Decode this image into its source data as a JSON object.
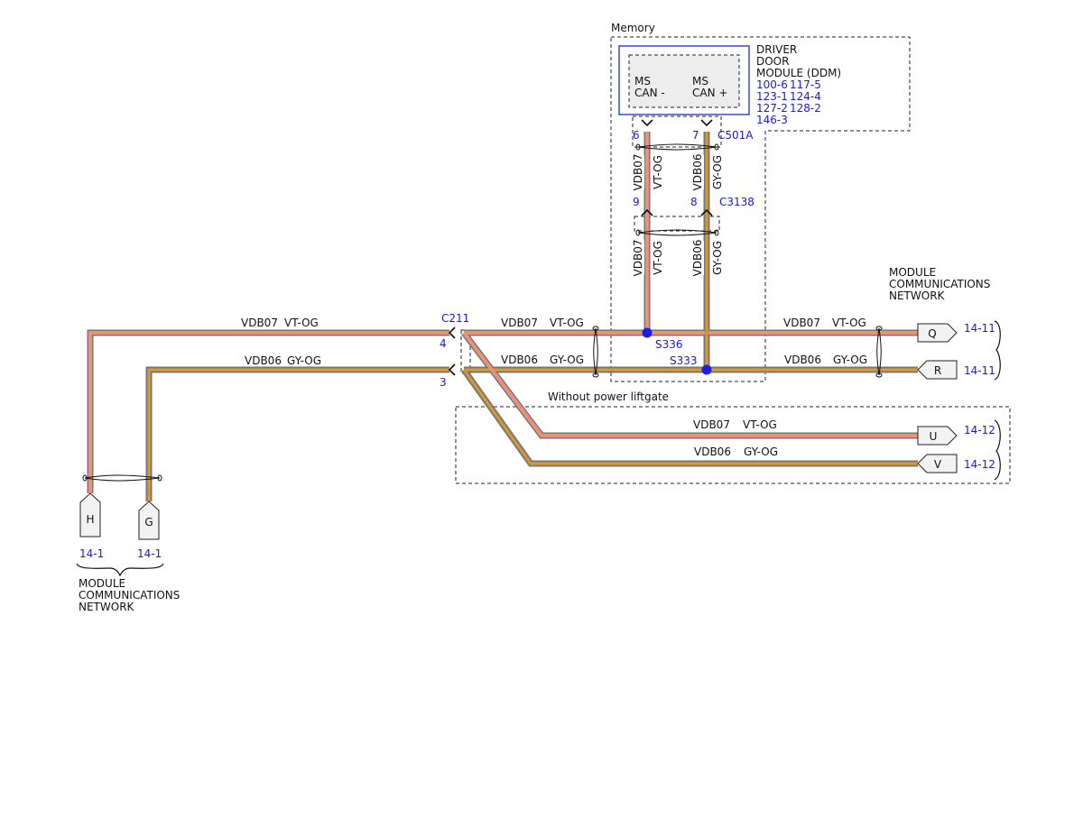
{
  "colors": {
    "vt_og": "#e889b4",
    "gy_og": "#a88a55",
    "stripe_orange": "#f0a020",
    "wire_outline": "#777777",
    "pin_blue": "#1a1ad6",
    "splice_blue": "#1d1de6",
    "module_border": "#2a3bd6"
  },
  "labels": {
    "memory": "Memory",
    "without_power_liftgate": "Without power liftgate",
    "module_name_line1": "DRIVER",
    "module_name_line2": "DOOR",
    "module_name_line3": "MODULE (DDM)",
    "module_refs": [
      "100-6",
      "117-5",
      "123-1",
      "124-4",
      "127-2",
      "128-2",
      "146-3"
    ],
    "ms_can_minus_line1": "MS",
    "ms_can_minus_line2": "CAN -",
    "ms_can_plus_line1": "MS",
    "ms_can_plus_line2": "CAN +",
    "net_right_line1": "MODULE",
    "net_right_line2": "COMMUNICATIONS",
    "net_right_line3": "NETWORK",
    "net_left_line1": "MODULE",
    "net_left_line2": "COMMUNICATIONS",
    "net_left_line3": "NETWORK"
  },
  "wires": {
    "vdb07": {
      "circuit": "VDB07",
      "color": "VT-OG"
    },
    "vdb06": {
      "circuit": "VDB06",
      "color": "GY-OG"
    }
  },
  "connectors": {
    "c501a": {
      "name": "C501A",
      "pin_minus": "6",
      "pin_plus": "7"
    },
    "c3138": {
      "name": "C3138",
      "pin_minus": "9",
      "pin_plus": "8"
    },
    "c211": {
      "name": "C211",
      "pin_vdb07": "4",
      "pin_vdb06": "3"
    }
  },
  "splices": {
    "s336": "S336",
    "s333": "S333"
  },
  "terminals": [
    {
      "letter": "Q",
      "ref": "14-11"
    },
    {
      "letter": "R",
      "ref": "14-11"
    },
    {
      "letter": "U",
      "ref": "14-12"
    },
    {
      "letter": "V",
      "ref": "14-12"
    },
    {
      "letter": "H",
      "ref": "14-1"
    },
    {
      "letter": "G",
      "ref": "14-1"
    }
  ]
}
